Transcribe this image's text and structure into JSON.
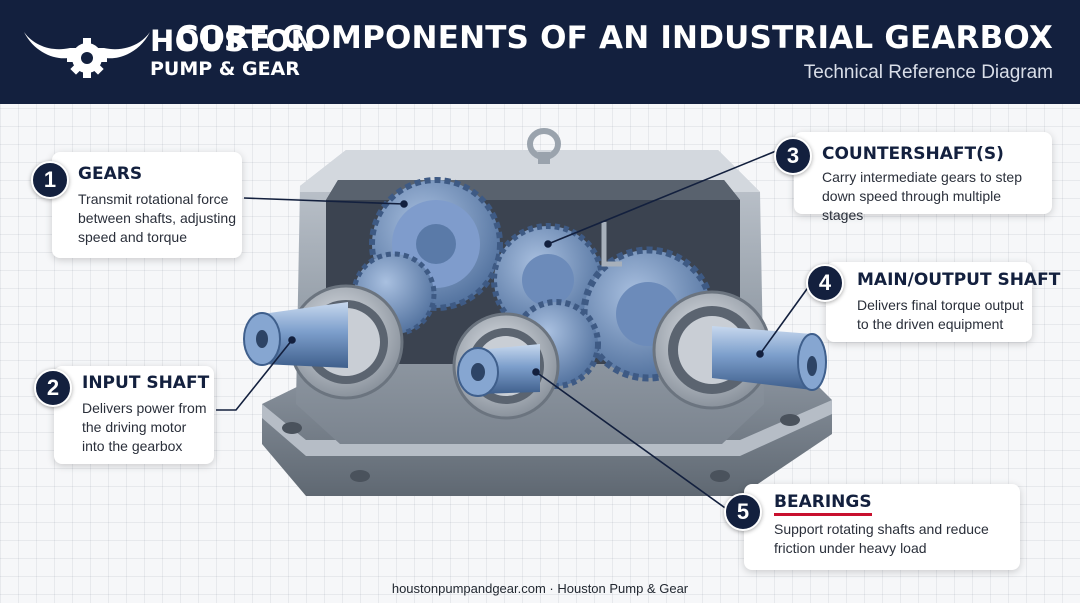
{
  "header": {
    "brand_line1": "HOUSTON",
    "brand_line2": "PUMP & GEAR",
    "logo_icon": "longhorn-gear-icon",
    "title": "CORE COMPONENTS OF AN INDUSTRIAL GEARBOX",
    "subtitle": "Technical Reference Diagram"
  },
  "colors": {
    "navy": "#13203e",
    "accent_red": "#c8102e",
    "steel": "#9aa3ad",
    "gear_blue": "#6f93c2"
  },
  "callouts": [
    {
      "number": "1",
      "title": "GEARS",
      "text": "Transmit rotational force between shafts, adjusting speed and torque"
    },
    {
      "number": "2",
      "title": "INPUT SHAFT",
      "text": "Delivers power from the driving motor into the gearbox"
    },
    {
      "number": "3",
      "title": "COUNTERSHAFT(S)",
      "text": "Carry intermediate gears to step down speed through multiple stages"
    },
    {
      "number": "4",
      "title": "MAIN/OUTPUT SHAFT",
      "text": "Delivers final torque output to the driven equipment"
    },
    {
      "number": "5",
      "title": "BEARINGS",
      "text": "Support rotating shafts and reduce friction under heavy load"
    }
  ],
  "footer": "houstonpumpandgear.com · Houston Pump & Gear"
}
